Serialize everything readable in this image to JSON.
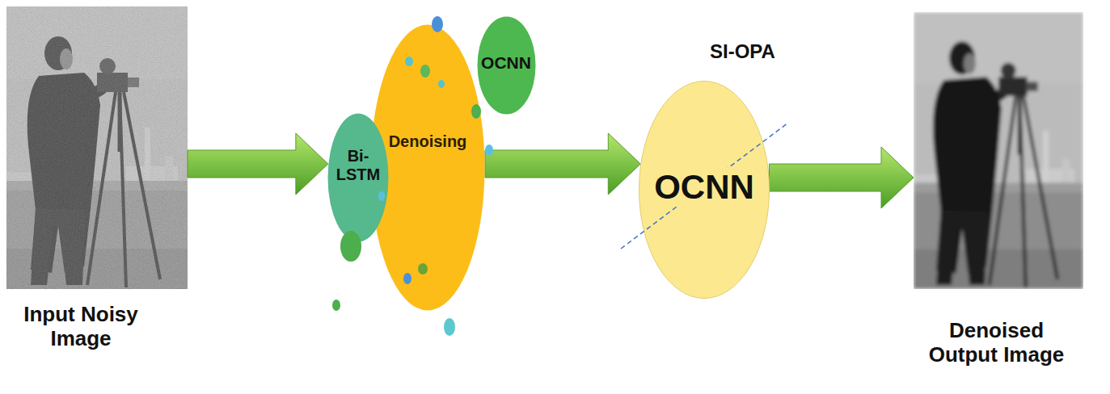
{
  "diagram": {
    "nodes": [
      {
        "text": [
          "Input Noisy Image"
        ]
      },
      {
        "text": [
          "Bi-LSTM"
        ]
      },
      {
        "text": [
          "Denoising"
        ]
      },
      {
        "text": [
          "OCNN"
        ]
      },
      {
        "text": [
          "OCNN"
        ]
      },
      {
        "text": [
          "Denoised Output Image"
        ]
      }
    ],
    "edges": [
      {
        "from": 0,
        "to": 1,
        "arrow": "to"
      },
      {
        "from": 2,
        "to": 4,
        "arrow": "to"
      },
      {
        "from": 4,
        "to": 5,
        "arrow": "to"
      }
    ],
    "labels": [
      "SI-OPA"
    ]
  }
}
